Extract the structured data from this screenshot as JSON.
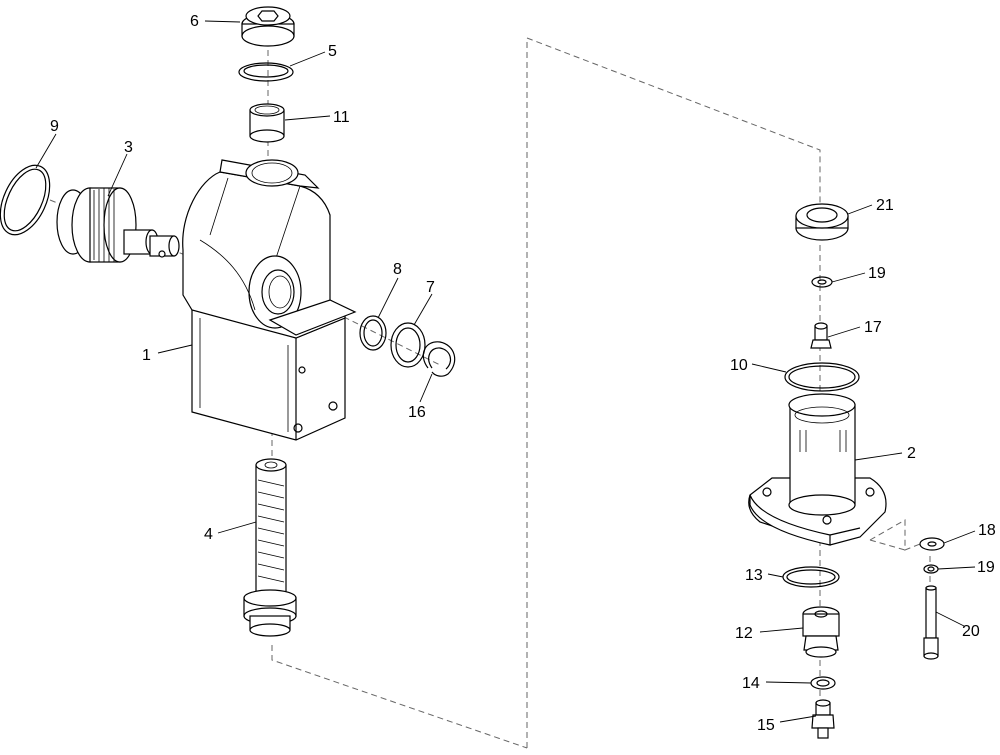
{
  "callouts": [
    {
      "id": "label-1",
      "text": "1"
    },
    {
      "id": "label-2",
      "text": "2"
    },
    {
      "id": "label-3",
      "text": "3"
    },
    {
      "id": "label-4",
      "text": "4"
    },
    {
      "id": "label-5",
      "text": "5"
    },
    {
      "id": "label-6",
      "text": "6"
    },
    {
      "id": "label-7",
      "text": "7"
    },
    {
      "id": "label-8",
      "text": "8"
    },
    {
      "id": "label-9",
      "text": "9"
    },
    {
      "id": "label-10",
      "text": "10"
    },
    {
      "id": "label-11",
      "text": "11"
    },
    {
      "id": "label-12",
      "text": "12"
    },
    {
      "id": "label-13",
      "text": "13"
    },
    {
      "id": "label-14",
      "text": "14"
    },
    {
      "id": "label-15",
      "text": "15"
    },
    {
      "id": "label-16",
      "text": "16"
    },
    {
      "id": "label-17",
      "text": "17"
    },
    {
      "id": "label-18",
      "text": "18"
    },
    {
      "id": "label-19a",
      "text": "19"
    },
    {
      "id": "label-19b",
      "text": "19"
    },
    {
      "id": "label-20",
      "text": "20"
    },
    {
      "id": "label-21",
      "text": "21"
    }
  ]
}
